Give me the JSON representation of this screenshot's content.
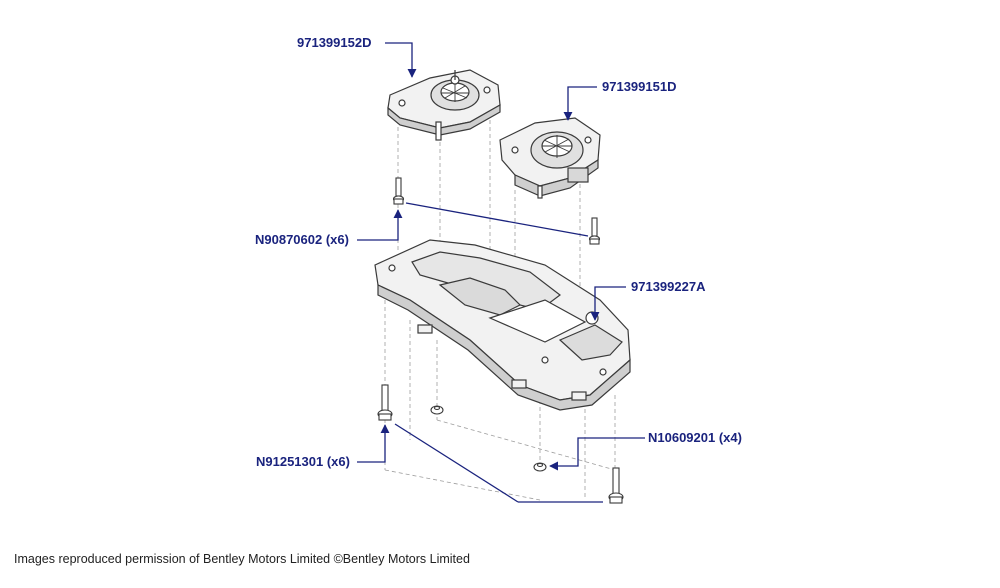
{
  "parts": [
    {
      "id": "mount_left",
      "part_number": "971399152D"
    },
    {
      "id": "mount_right",
      "part_number": "971399151D"
    },
    {
      "id": "bolt_small",
      "part_number": "N90870602 (x6)"
    },
    {
      "id": "crossmember",
      "part_number": "971399227A"
    },
    {
      "id": "nut",
      "part_number": "N10609201 (x4)"
    },
    {
      "id": "bolt_large",
      "part_number": "N91251301 (x6)"
    }
  ],
  "caption": "Images reproduced permission of Bentley Motors Limited ©Bentley Motors Limited",
  "colors": {
    "label": "#1a237e",
    "leader": "#1a237e",
    "part_outline": "#3a3a3a",
    "part_fill": "#f2f2f2",
    "part_shade": "#cfcfcf",
    "guide_dash": "#9e9e9e"
  }
}
